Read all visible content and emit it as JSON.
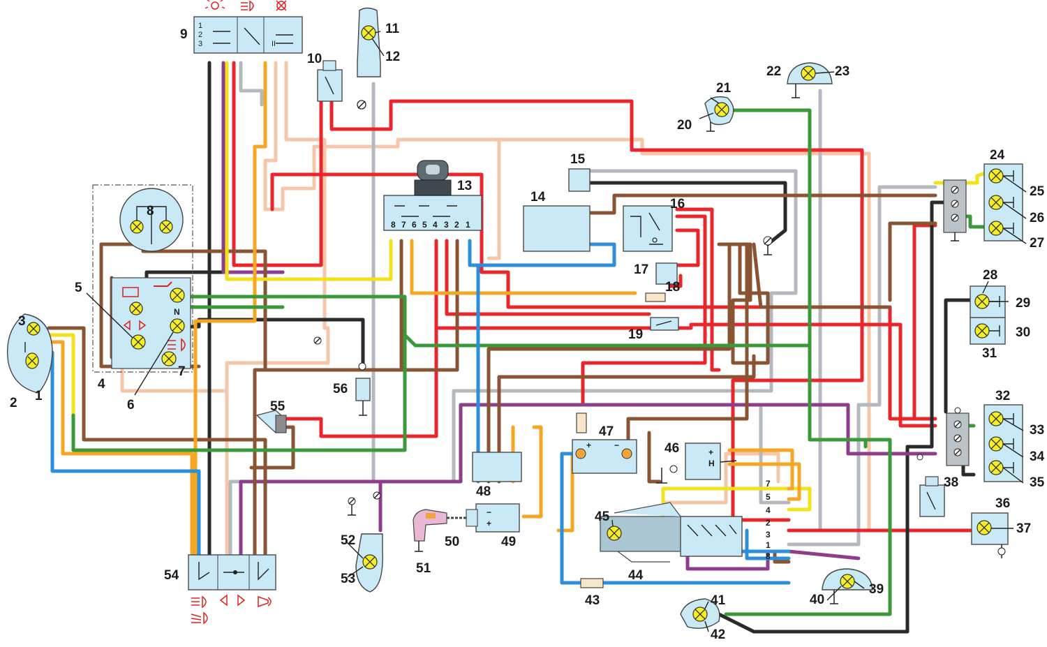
{
  "labels": {
    "c1": "1",
    "c2": "2",
    "c3": "3",
    "c4": "4",
    "c5": "5",
    "c6": "6",
    "c7": "7",
    "c8": "8",
    "c9": "9",
    "c10": "10",
    "c11": "11",
    "c12": "12",
    "c13": "13",
    "c14": "14",
    "c15": "15",
    "c16": "16",
    "c17": "17",
    "c18": "18",
    "c19": "19",
    "c20": "20",
    "c21": "21",
    "c22": "22",
    "c23": "23",
    "c24": "24",
    "c25": "25",
    "c26": "26",
    "c27": "27",
    "c28": "28",
    "c29": "29",
    "c30": "30",
    "c31": "31",
    "c32": "32",
    "c33": "33",
    "c34": "34",
    "c35": "35",
    "c36": "36",
    "c37": "37",
    "c38": "38",
    "c39": "39",
    "c40": "40",
    "c41": "41",
    "c42": "42",
    "c43": "43",
    "c44": "44",
    "c45": "45",
    "c46": "46",
    "c47": "47",
    "c48": "48",
    "c49": "49",
    "c50": "50",
    "c51": "51",
    "c52": "52",
    "c53": "53",
    "c54": "54",
    "c55": "55",
    "c56": "56"
  },
  "switch_9_positions": [
    "1",
    "2",
    "3"
  ],
  "switch_9_markers": [
    "II"
  ],
  "ignition_13_pins": [
    "8",
    "7",
    "6",
    "5",
    "4",
    "3",
    "2",
    "1"
  ],
  "connector_44_pins": [
    "7",
    "5",
    "4",
    "2",
    "3",
    "1",
    "8"
  ],
  "neutral_lamp_letter": "N",
  "battery_terminals": {
    "plus": "+",
    "minus": "−"
  },
  "regulator_46_terminals": {
    "plus": "+",
    "h": "H"
  },
  "generator_49_terminals": {
    "minus": "−",
    "plus": "+"
  },
  "wire_colors": {
    "red": "#e8262b",
    "black": "#2a2a2a",
    "brown": "#8a5433",
    "yellow": "#f2e21c",
    "orange": "#f5a623",
    "pink": "#f6c6a8",
    "grey": "#b4b9bf",
    "green": "#3a9a3a",
    "blue": "#2b90d9",
    "violet": "#8e3d8c"
  },
  "component_fill": "#c8e9f5",
  "lamp_fill": "#f5ee22"
}
